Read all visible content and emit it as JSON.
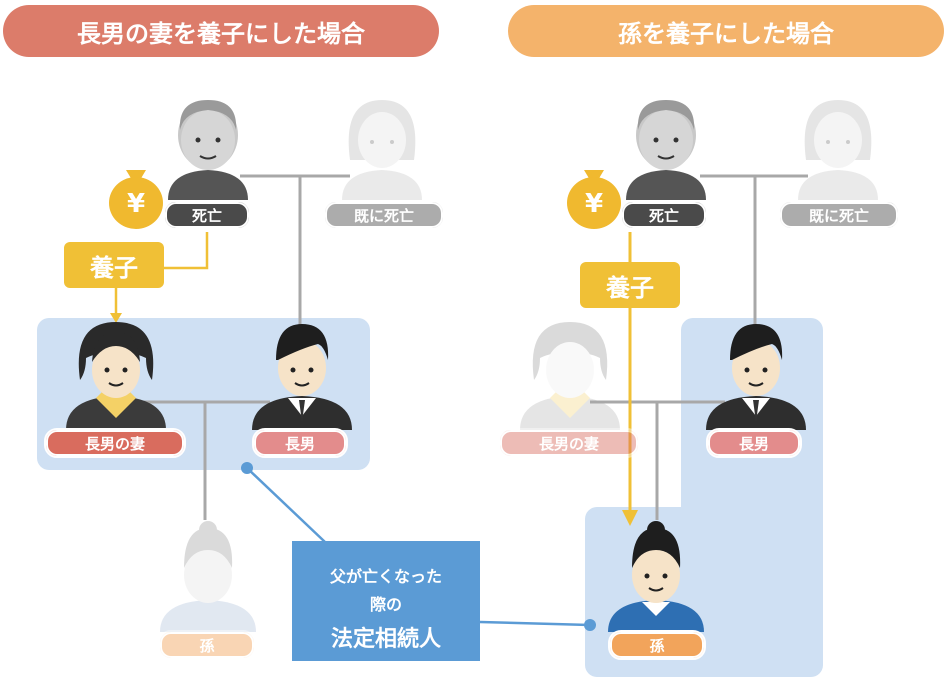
{
  "headers": {
    "left": "長男の妻を養子にした場合",
    "right": "孫を養子にした場合"
  },
  "colors": {
    "left_header": "#dc7c6a",
    "right_header": "#f4b36b",
    "highlight_box": "#cfe0f3",
    "line_gray": "#a8a8a8",
    "arrow_yellow": "#f0c036",
    "callout_blue": "#5b9bd5"
  },
  "left": {
    "deceased_label": "死亡",
    "already_dead_label": "既に死亡",
    "yoshi_label": "養子",
    "wife_label": "長男の妻",
    "eldest_son_label": "長男",
    "grandchild_label": "孫",
    "money_symbol": "¥"
  },
  "right": {
    "deceased_label": "死亡",
    "already_dead_label": "既に死亡",
    "yoshi_label": "養子",
    "wife_label": "長男の妻",
    "eldest_son_label": "長男",
    "grandchild_label": "孫",
    "money_symbol": "¥"
  },
  "callout": {
    "line1": "父が亡くなった",
    "line2": "際の",
    "line3": "法定相続人"
  }
}
